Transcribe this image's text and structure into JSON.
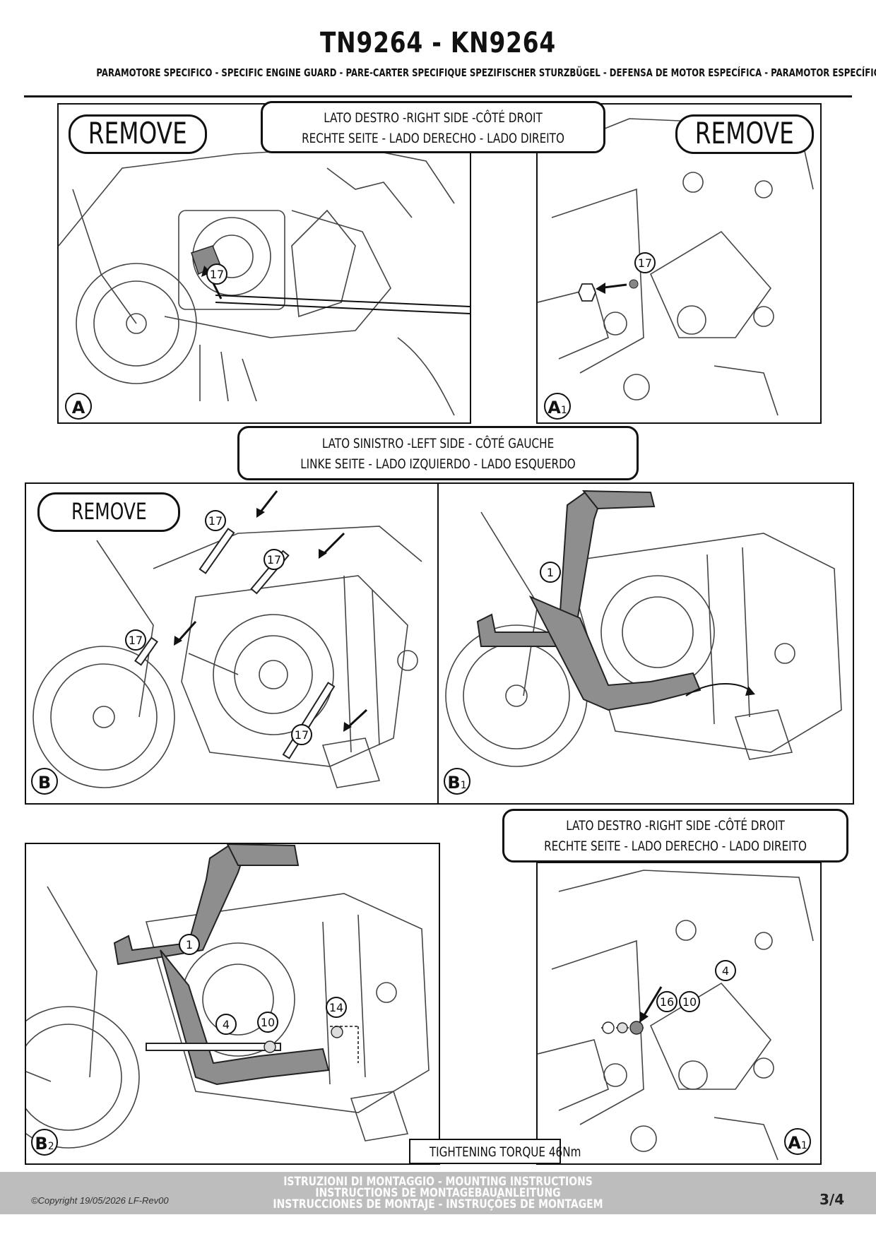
{
  "header": {
    "title": "TN9264 - KN9264",
    "subtitle": "PARAMOTORE SPECIFICO  -  SPECIFIC ENGINE GUARD - PARE-CARTER SPECIFIQUE SPEZIFISCHER STURZBÜGEL - DEFENSA DE MOTOR ESPECÍFICA - PARAMOTOR ESPECÍFICO"
  },
  "callouts": {
    "right_side_top": {
      "line1": "LATO DESTRO -RIGHT SIDE -CÔTÉ DROIT",
      "line2": "RECHTE SEITE - LADO DERECHO - LADO DIREITO"
    },
    "left_side": {
      "line1": "LATO SINISTRO -LEFT SIDE - CÔTÉ GAUCHE",
      "line2": "LINKE SEITE - LADO IZQUIERDO - LADO ESQUERDO"
    },
    "right_side_bottom": {
      "line1": "LATO DESTRO -RIGHT SIDE -CÔTÉ DROIT",
      "line2": "RECHTE SEITE - LADO DERECHO - LADO DIREITO"
    }
  },
  "remove_label": "REMOVE",
  "panels": {
    "a": {
      "letter": "A",
      "sub": ""
    },
    "a1_top": {
      "letter": "A",
      "sub": "1"
    },
    "b": {
      "letter": "B",
      "sub": ""
    },
    "b1": {
      "letter": "B",
      "sub": "1"
    },
    "b2": {
      "letter": "B",
      "sub": "2"
    },
    "a1_bottom": {
      "letter": "A",
      "sub": "1"
    }
  },
  "part_numbers": {
    "p17": "17",
    "p1": "1",
    "p4": "4",
    "p10": "10",
    "p14": "14",
    "p16": "16"
  },
  "torque": "TIGHTENING TORQUE 46Nm",
  "footer": {
    "line1": "ISTRUZIONI DI MONTAGGIO  -  MOUNTING INSTRUCTIONS",
    "line2": "INSTRUCTIONS DE MONTAGEBAUANLEITUNG",
    "line3": "INSTRUCCIONES DE MONTAJE - INSTRUÇÕES DE MONTAGEM",
    "copyright": "©Copyright 19/05/2026 LF-Rev00",
    "page": "3/4"
  }
}
